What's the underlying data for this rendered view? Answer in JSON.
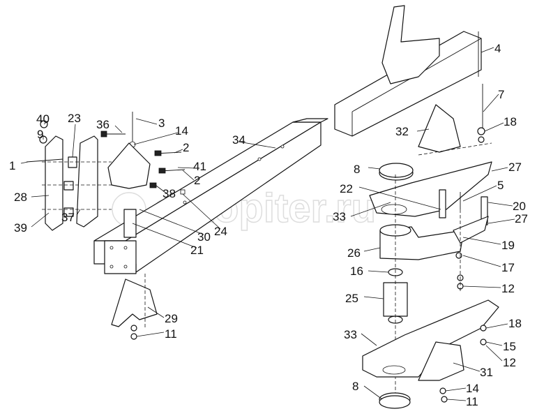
{
  "diagram": {
    "title": "Drawbar / towing frame assembly exploded view",
    "watermark": "autopiter.ru",
    "labels": [
      "40",
      "9",
      "23",
      "36",
      "3",
      "14",
      "2",
      "41",
      "2",
      "38",
      "34",
      "1",
      "28",
      "39",
      "37",
      "30",
      "24",
      "21",
      "29",
      "11",
      "4",
      "7",
      "18",
      "32",
      "8",
      "27",
      "22",
      "5",
      "33",
      "20",
      "27",
      "26",
      "19",
      "16",
      "17",
      "25",
      "12",
      "33",
      "18",
      "15",
      "12",
      "31",
      "8",
      "14",
      "11"
    ]
  }
}
